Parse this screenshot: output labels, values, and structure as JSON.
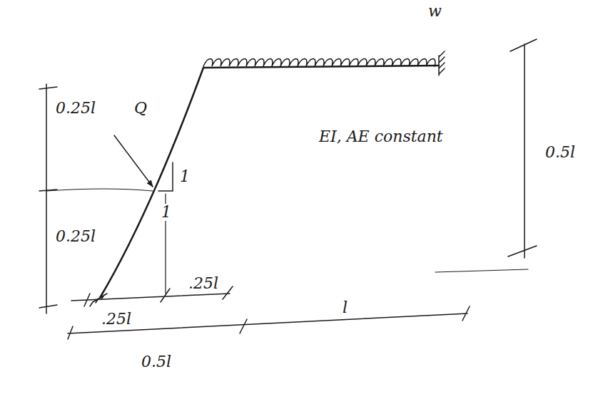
{
  "diagram": {
    "labels": [
      "w",
      "0.25l",
      "Q",
      "1",
      "EI, AE constant",
      "0.5l",
      "0.25l",
      "1",
      ".25l",
      ".25l",
      "0.5l",
      "l"
    ]
  }
}
